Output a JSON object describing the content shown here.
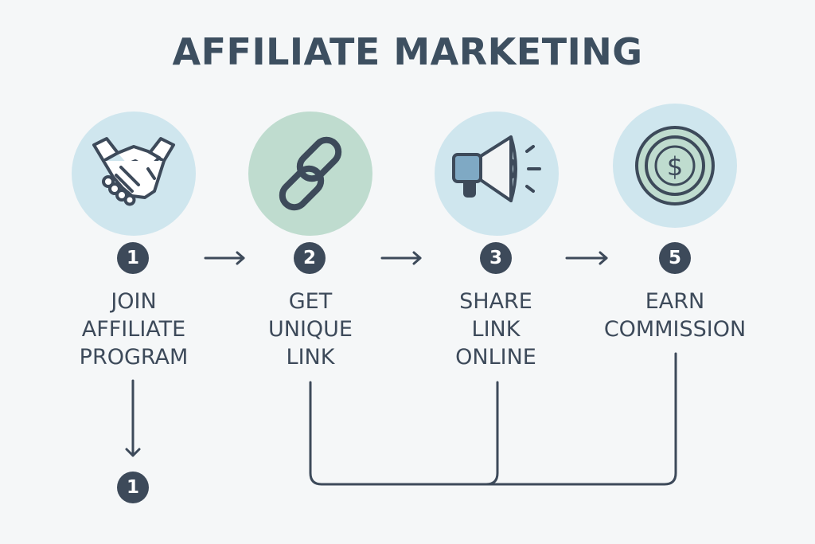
{
  "title": "AFFILIATE MARKETING",
  "colors": {
    "background": "#f5f7f8",
    "ink": "#3d4a5a",
    "circle_blue": "#cfe6ee",
    "circle_green": "#bfdccf",
    "megaphone_accent": "#7fa9c4"
  },
  "steps": [
    {
      "number": "1",
      "icon": "handshake-icon",
      "lines": [
        "JOIN",
        "AFFILIATE",
        "PROGRAM"
      ]
    },
    {
      "number": "2",
      "icon": "chain-link-icon",
      "lines": [
        "GET",
        "UNIQUE",
        "LINK"
      ]
    },
    {
      "number": "3",
      "icon": "megaphone-icon",
      "lines": [
        "SHARE",
        "LINK",
        "ONLINE"
      ]
    },
    {
      "number": "5",
      "icon": "dollar-coin-icon",
      "lines": [
        "EARN",
        "COMMISSION"
      ]
    }
  ],
  "bottom_badge": {
    "number": "1"
  }
}
